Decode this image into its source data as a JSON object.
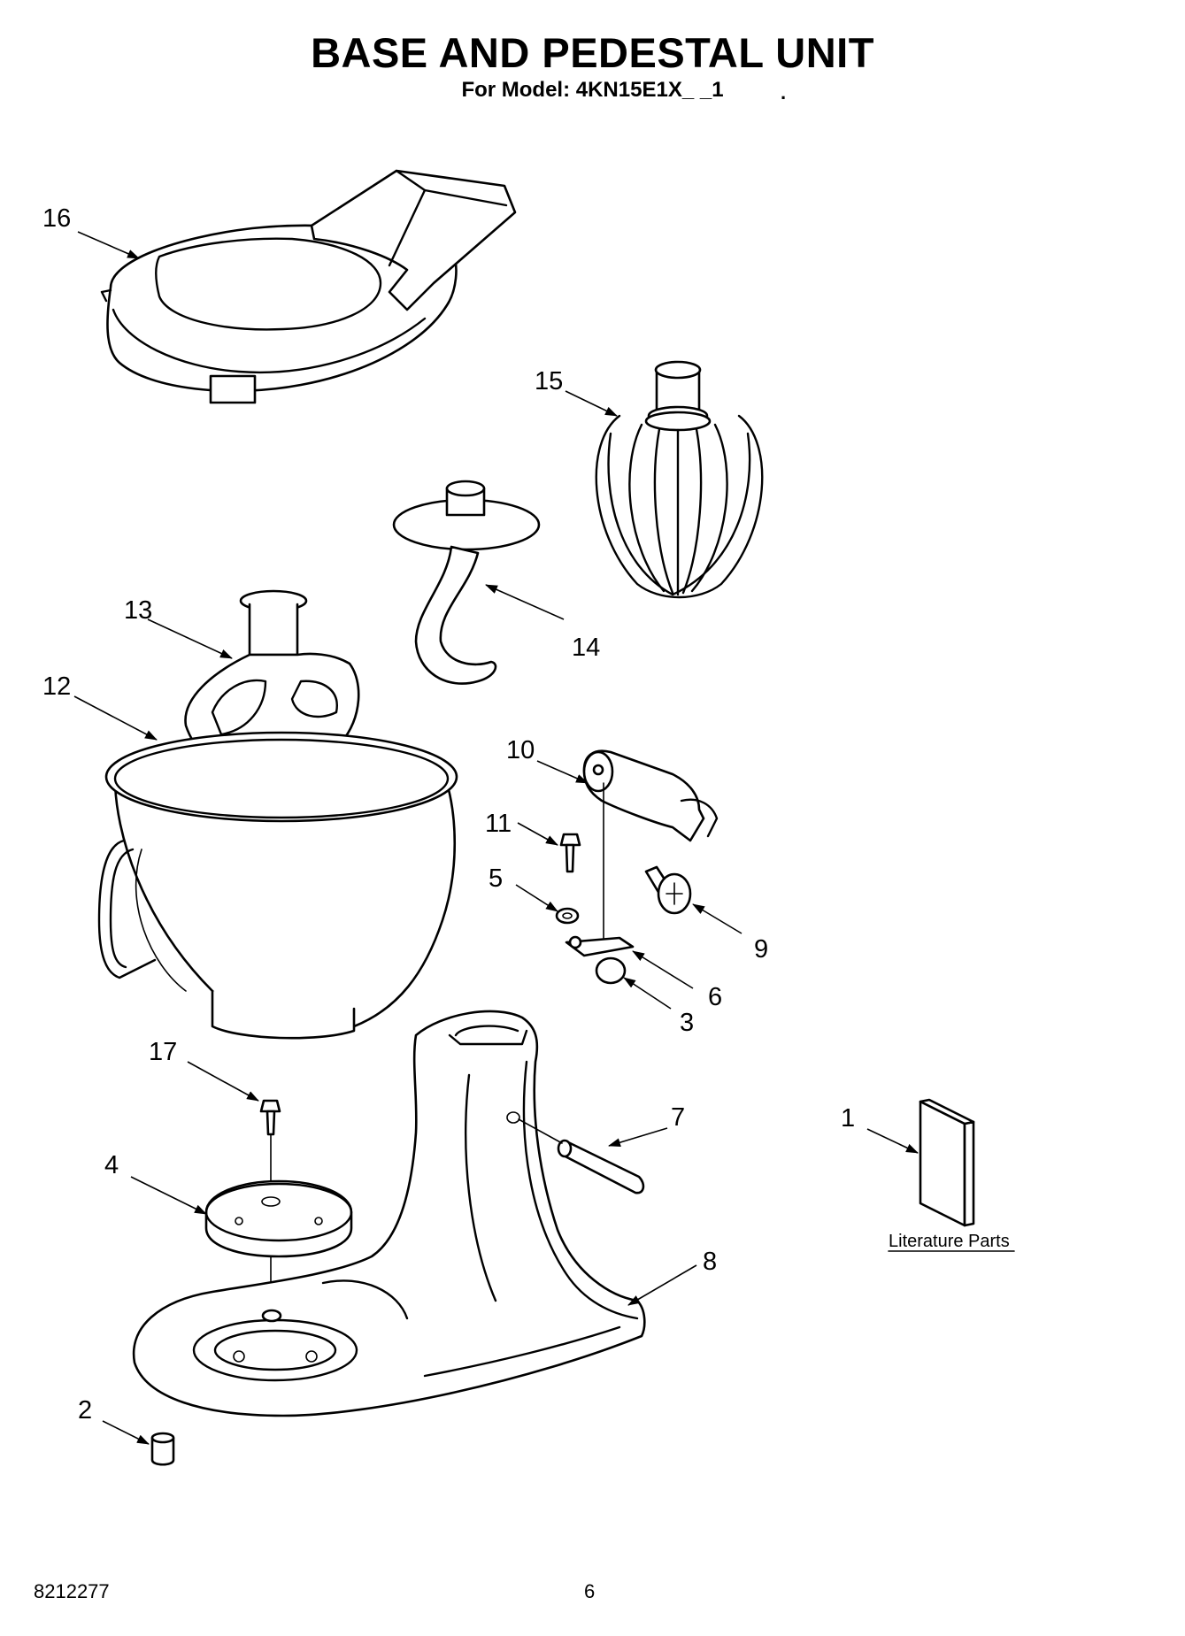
{
  "title": "BASE AND PEDESTAL UNIT",
  "subtitle": "For Model: 4KN15E1X_ _1",
  "subtitle_dot": ".",
  "footer": {
    "doc_number": "8212277",
    "page_number": "6"
  },
  "literature_label": "Literature Parts",
  "callouts": [
    "1",
    "2",
    "3",
    "4",
    "5",
    "6",
    "7",
    "8",
    "9",
    "10",
    "11",
    "12",
    "13",
    "14",
    "15",
    "16",
    "17"
  ]
}
